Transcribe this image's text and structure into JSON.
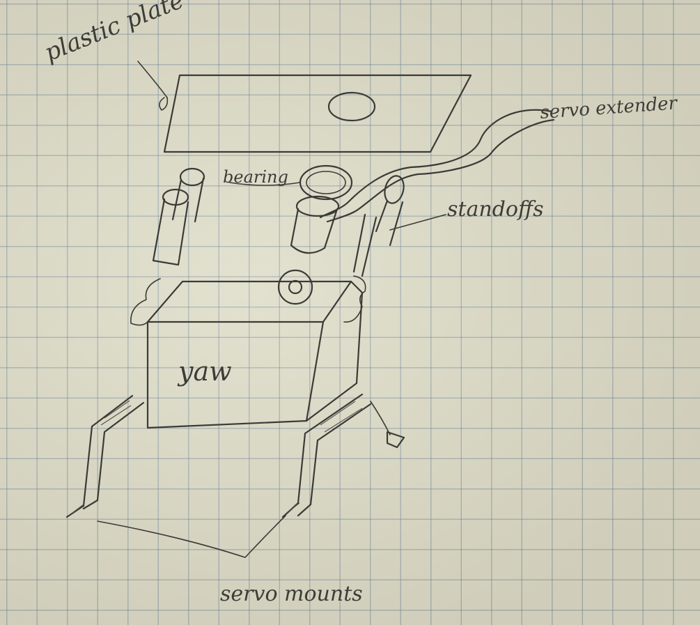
{
  "diagram": {
    "labels": {
      "plastic_plate": "plastic plate",
      "servo_extender": "servo extender",
      "bearing": "bearing",
      "standoffs": "standoffs",
      "yaw": "yaw",
      "servo_mounts": "servo mounts"
    },
    "ink_color": "#3b3a36",
    "paper_color": "#dcdbc7",
    "grid_color": "#5f7896"
  }
}
